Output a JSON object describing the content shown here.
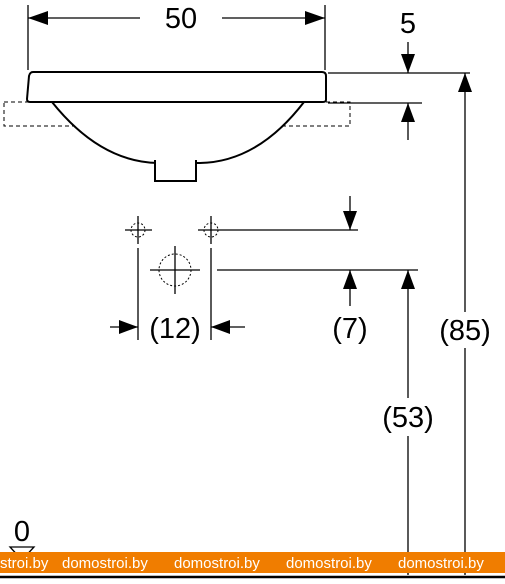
{
  "dimensions": {
    "width": "50",
    "rim_thickness": "5",
    "tap_spacing": "(12)",
    "drain_offset": "(7)",
    "drain_height": "(53)",
    "total_height": "(85)",
    "floor_level": "0"
  },
  "watermark": {
    "text": "domostroi.by",
    "fragment": "stroi.by",
    "color": "#f07d00"
  }
}
